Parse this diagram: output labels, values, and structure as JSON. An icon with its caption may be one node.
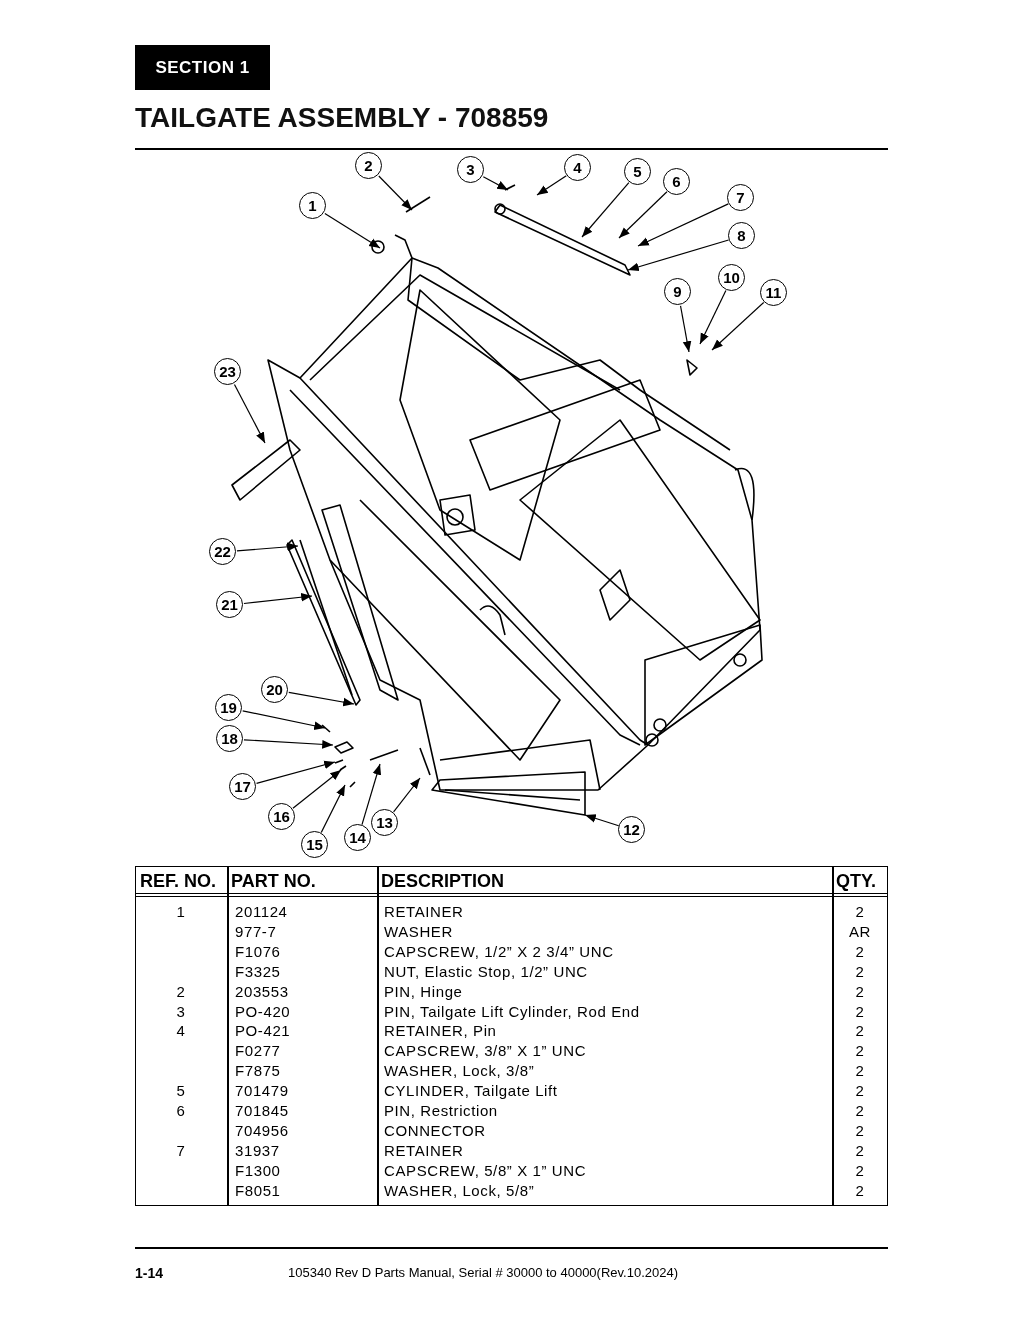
{
  "diagram": {
    "title": "TAILGATE ASSEMBLY - 708859",
    "nodes": [
      {
        "text": [
          "1"
        ]
      },
      {
        "text": [
          "2"
        ]
      },
      {
        "text": [
          "3"
        ]
      },
      {
        "text": [
          "4"
        ]
      },
      {
        "text": [
          "5"
        ]
      },
      {
        "text": [
          "6"
        ]
      },
      {
        "text": [
          "7"
        ]
      },
      {
        "text": [
          "8"
        ]
      },
      {
        "text": [
          "9"
        ]
      },
      {
        "text": [
          "10"
        ]
      },
      {
        "text": [
          "11"
        ]
      },
      {
        "text": [
          "12"
        ]
      },
      {
        "text": [
          "13"
        ]
      },
      {
        "text": [
          "14"
        ]
      },
      {
        "text": [
          "15"
        ]
      },
      {
        "text": [
          "16"
        ]
      },
      {
        "text": [
          "17"
        ]
      },
      {
        "text": [
          "18"
        ]
      },
      {
        "text": [
          "19"
        ]
      },
      {
        "text": [
          "20"
        ]
      },
      {
        "text": [
          "21"
        ]
      },
      {
        "text": [
          "22"
        ]
      },
      {
        "text": [
          "23"
        ]
      }
    ],
    "edges": [
      {
        "from": 0,
        "to": null,
        "arrow": "to"
      },
      {
        "from": 1,
        "to": null,
        "arrow": "to"
      },
      {
        "from": 2,
        "to": null,
        "arrow": "to"
      },
      {
        "from": 3,
        "to": null,
        "arrow": "to"
      },
      {
        "from": 4,
        "to": null,
        "arrow": "to"
      },
      {
        "from": 5,
        "to": null,
        "arrow": "to"
      },
      {
        "from": 6,
        "to": null,
        "arrow": "to"
      },
      {
        "from": 7,
        "to": null,
        "arrow": "to"
      },
      {
        "from": 8,
        "to": null,
        "arrow": "to"
      },
      {
        "from": 9,
        "to": null,
        "arrow": "to"
      },
      {
        "from": 10,
        "to": null,
        "arrow": "to"
      },
      {
        "from": 11,
        "to": null,
        "arrow": "to"
      },
      {
        "from": 12,
        "to": null,
        "arrow": "to"
      },
      {
        "from": 13,
        "to": null,
        "arrow": "to"
      },
      {
        "from": 14,
        "to": null,
        "arrow": "to"
      },
      {
        "from": 15,
        "to": null,
        "arrow": "to"
      },
      {
        "from": 16,
        "to": null,
        "arrow": "to"
      },
      {
        "from": 17,
        "to": null,
        "arrow": "to"
      },
      {
        "from": 18,
        "to": null,
        "arrow": "to"
      },
      {
        "from": 19,
        "to": null,
        "arrow": "to"
      },
      {
        "from": 20,
        "to": null,
        "arrow": "to"
      },
      {
        "from": 21,
        "to": null,
        "arrow": "to"
      },
      {
        "from": 22,
        "to": null,
        "arrow": "to"
      }
    ],
    "labels": [
      "SECTION 1",
      "REF. NO.",
      "PART NO.",
      "DESCRIPTION",
      "QTY.",
      "1",
      "201124",
      "RETAINER",
      "2",
      "977-7",
      "WASHER",
      "AR",
      "F1076",
      "CAPSCREW, 1/2” X 2 3/4” UNC",
      "2",
      "F3325",
      "NUT, Elastic Stop, 1/2” UNC",
      "2",
      "2",
      "203553",
      "PIN, Hinge",
      "2",
      "3",
      "PO-420",
      "PIN, Tailgate Lift Cylinder, Rod End",
      "2",
      "4",
      "PO-421",
      "RETAINER, Pin",
      "2",
      "F0277",
      "CAPSCREW, 3/8” X 1” UNC",
      "2",
      "F7875",
      "WASHER, Lock, 3/8”",
      "2",
      "5",
      "701479",
      "CYLINDER, Tailgate Lift",
      "2",
      "6",
      "701845",
      "PIN, Restriction",
      "2",
      "704956",
      "CONNECTOR",
      "2",
      "7",
      "31937",
      "RETAINER",
      "2",
      "F1300",
      "CAPSCREW, 5/8” X 1” UNC",
      "2",
      "F8051",
      "WASHER, Lock, 5/8”",
      "2",
      "1-14",
      "105340 Rev D Parts Manual, Serial # 30000 to 40000(Rev.10.2024)"
    ]
  }
}
